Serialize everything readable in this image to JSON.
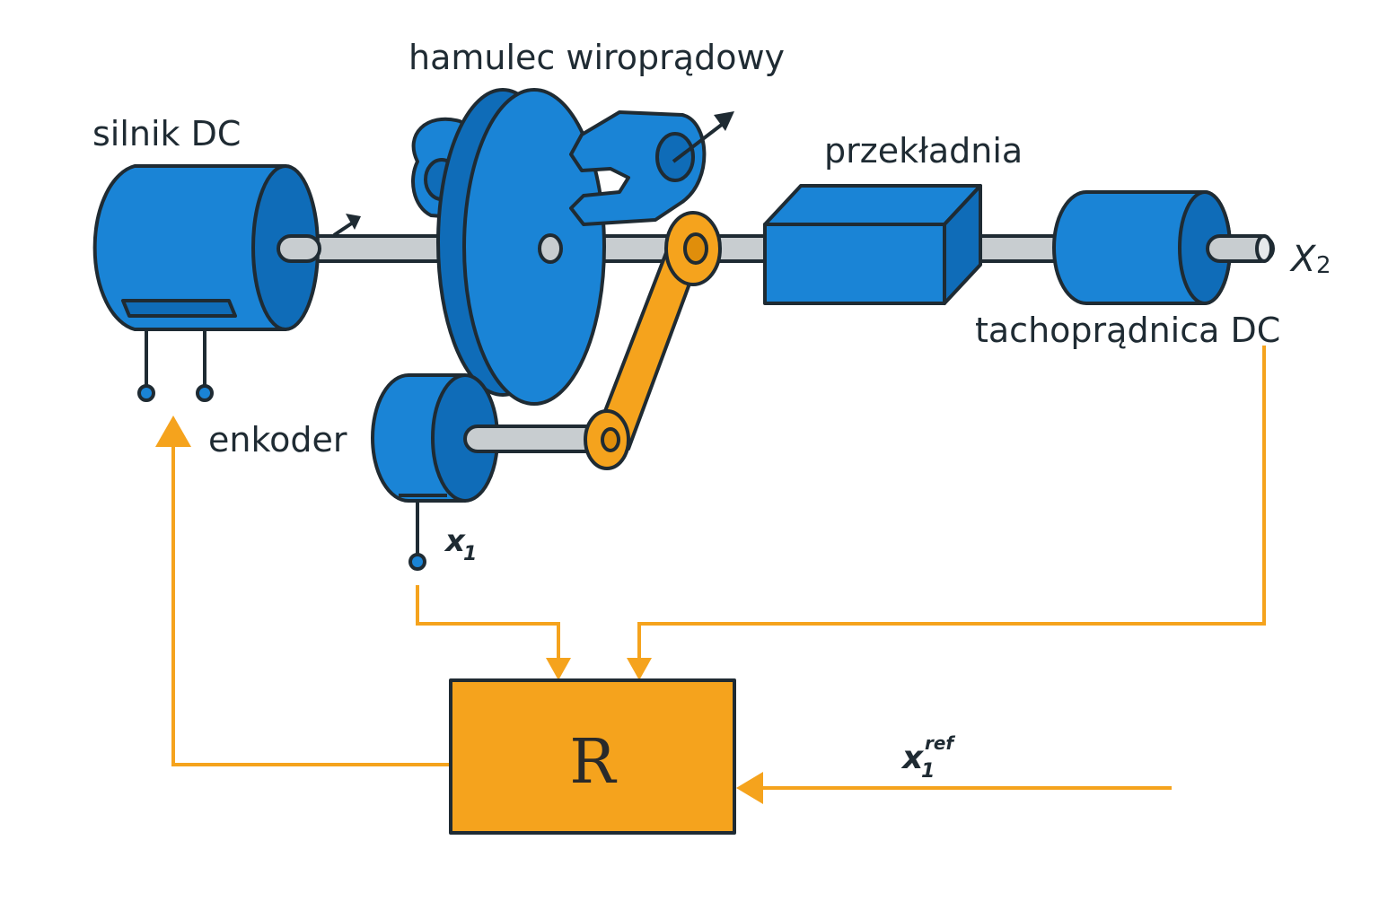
{
  "labels": {
    "motor": "silnik DC",
    "brake": "hamulec wiroprądowy",
    "gearbox": "przekładnia",
    "tacho": "tachoprądnica DC",
    "encoder": "enkoder",
    "x2": "X",
    "x2_sub": "2",
    "x1": "x",
    "x1_sub": "1",
    "controller": "R",
    "ref": "x",
    "ref_sub": "1",
    "ref_sup": "ref"
  },
  "colors": {
    "blue": "#1a84d6",
    "blue_dark": "#0f6cb8",
    "orange": "#f5a31d",
    "outline": "#1f2b33",
    "shaft": "#c8cdd0"
  }
}
